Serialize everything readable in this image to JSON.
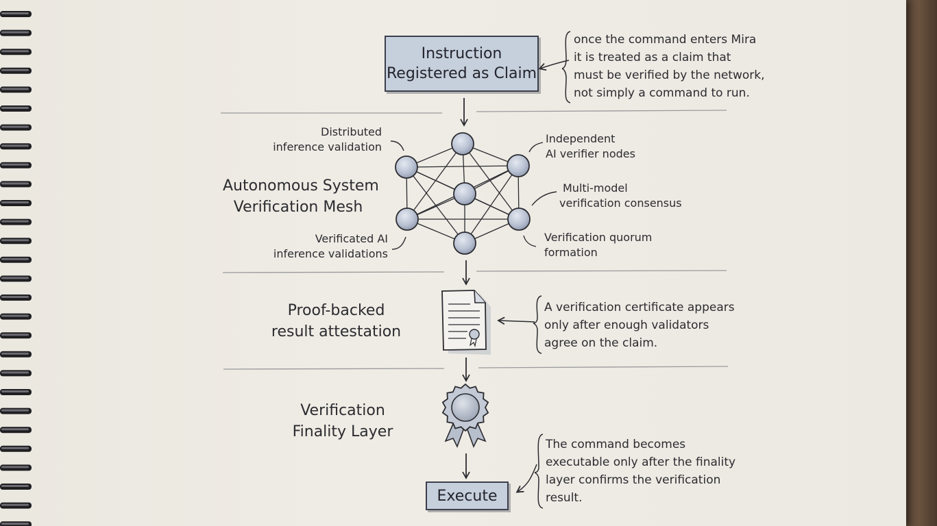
{
  "instruction": {
    "box_line1": "Instruction",
    "box_line2": "Registered as Claim",
    "note": [
      "once the command enters Mira",
      "it is treated as a claim that",
      "must be verified by the network,",
      "not simply a command to run."
    ]
  },
  "mesh": {
    "title_line1": "Autonomous System",
    "title_line2": "Verification Mesh",
    "labels": {
      "distributed": [
        "Distributed",
        "inference validation"
      ],
      "independent": [
        "Independent",
        "AI verifier nodes"
      ],
      "multi_model": [
        "Multi-model",
        "verification consensus"
      ],
      "verificated": [
        "Verificated AI",
        "inference validations"
      ],
      "quorum": [
        "Verification quorum",
        "formation"
      ]
    }
  },
  "attestation": {
    "title_line1": "Proof-backed",
    "title_line2": "result attestation",
    "note": [
      "A verification certificate appears",
      "only after enough validators",
      "agree on the claim."
    ]
  },
  "finality": {
    "title_line1": "Verification",
    "title_line2": "Finality Layer"
  },
  "execute": {
    "box_label": "Execute",
    "note": [
      "The command becomes",
      "executable only after the finality",
      "layer confirms the verification",
      "result."
    ]
  },
  "colors": {
    "ink": "#2b2b30",
    "box_fill": "#c6cfdc",
    "node_fill": "#b9c2d3"
  }
}
